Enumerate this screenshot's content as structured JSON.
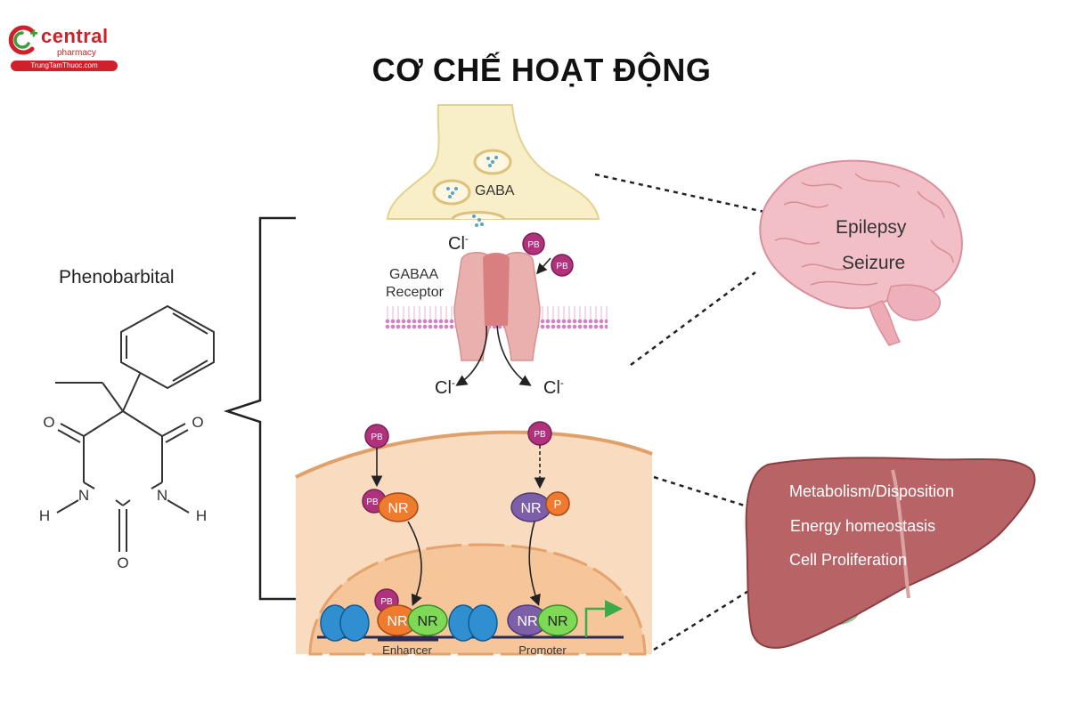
{
  "logo": {
    "word": "central",
    "sub": "pharmacy",
    "url": "TrungTamThuoc.com",
    "brand_color": "#d0202a",
    "accent_color": "#3a9e3a"
  },
  "title": "CƠ CHẾ HOẠT ĐỘNG",
  "drug": {
    "name": "Phenobarbital",
    "atoms": {
      "o": "O",
      "n": "N",
      "h": "H"
    }
  },
  "synapse": {
    "neurotransmitter": "GABA",
    "ion": "Cl",
    "ion_charge": "-",
    "receptor_line1": "GABAA",
    "receptor_line2": "Receptor",
    "pb": "PB"
  },
  "brain": {
    "label1": "Epilepsy",
    "label2": "Seizure"
  },
  "cell": {
    "nr": "NR",
    "p": "P",
    "pb": "PB",
    "enhancer": "Enhancer",
    "promoter": "Promoter"
  },
  "liver": {
    "label1": "Metabolism/Disposition",
    "label2": "Energy homeostasis",
    "label3": "Cell Proliferation"
  },
  "colors": {
    "pb": "#b0317c",
    "nr_orange": "#f07a2e",
    "nr_green": "#7ed957",
    "nr_purple": "#7c5fa8",
    "liver": "#b86466",
    "brain": "#f3bfc6"
  }
}
